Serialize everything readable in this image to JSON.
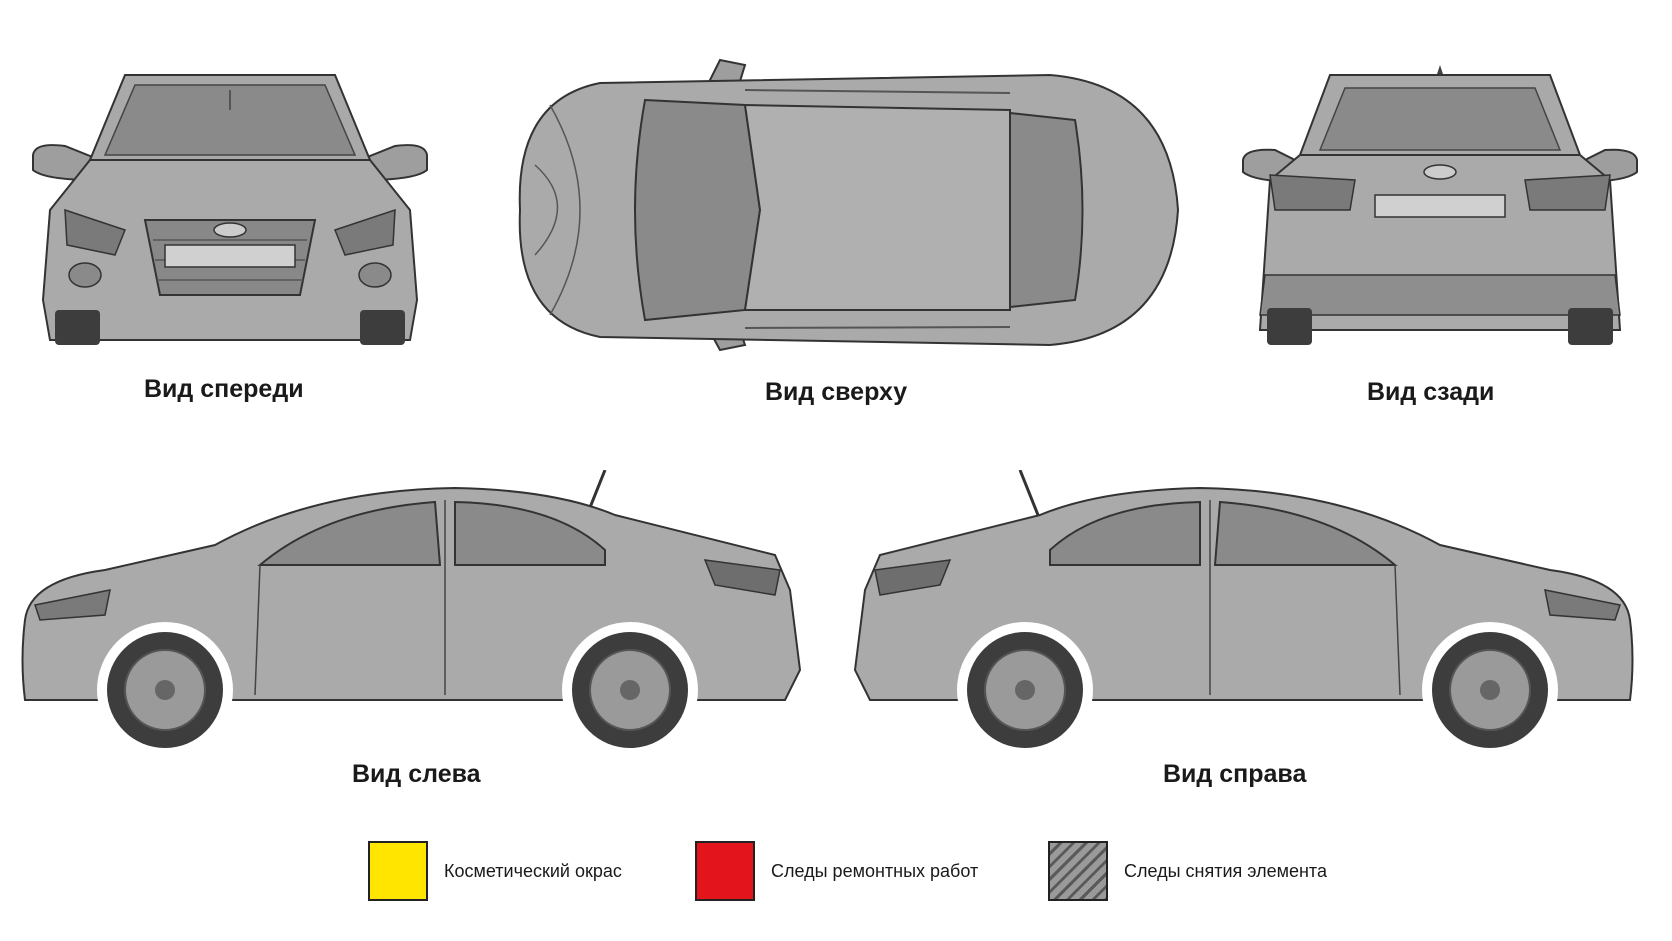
{
  "views": {
    "front": "Вид спереди",
    "top": "Вид сверху",
    "rear": "Вид сзади",
    "left": "Вид слева",
    "right": "Вид справа"
  },
  "legend": [
    {
      "label": "Косметический окрас",
      "color": "#ffe500"
    },
    {
      "label": "Следы  ремонтных работ",
      "color": "#e3141c"
    },
    {
      "label": "Следы снятия элемента",
      "color": "#9a9a9a"
    }
  ],
  "colors": {
    "body": "#a8a8a8",
    "glass": "#8c8c8c",
    "outline": "#3a3a3a"
  }
}
